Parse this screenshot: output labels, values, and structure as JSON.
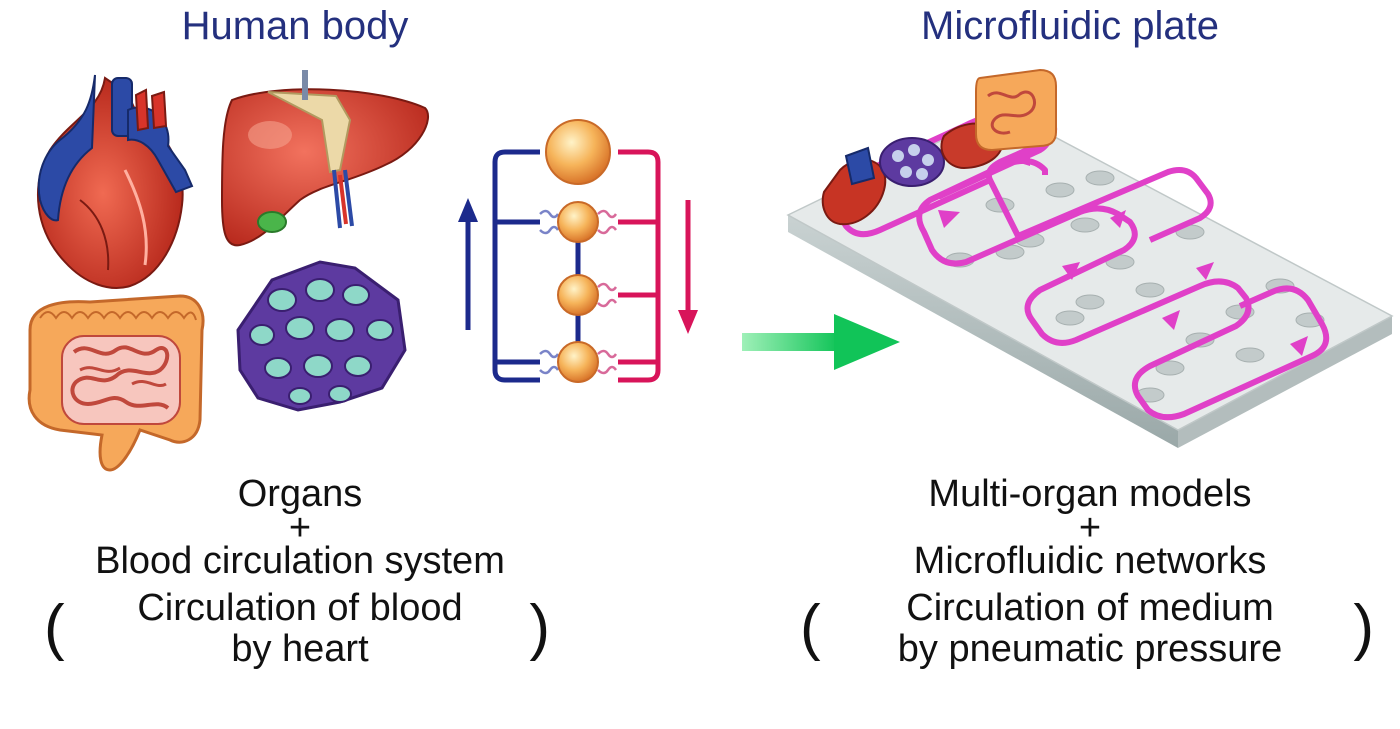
{
  "left": {
    "heading": "Human body",
    "caption_line1": "Organs",
    "caption_plus": "+",
    "caption_line2": "Blood circulation system",
    "caption_paren_line1": "Circulation of blood",
    "caption_paren_line2": "by heart"
  },
  "right": {
    "heading": "Microfluidic plate",
    "caption_line1": "Multi-organ models",
    "caption_plus": "+",
    "caption_line2": "Microfluidic networks",
    "caption_paren_line1": "Circulation of medium",
    "caption_paren_line2": "by pneumatic pressure"
  },
  "colors": {
    "heading": "#24307e",
    "venous": "#1c2a8c",
    "arterial": "#d8145a",
    "node": "#f0a24a",
    "transition_arrow": "#22d06a",
    "microchannel": "#e040c8",
    "plate": "#e6eaea"
  }
}
